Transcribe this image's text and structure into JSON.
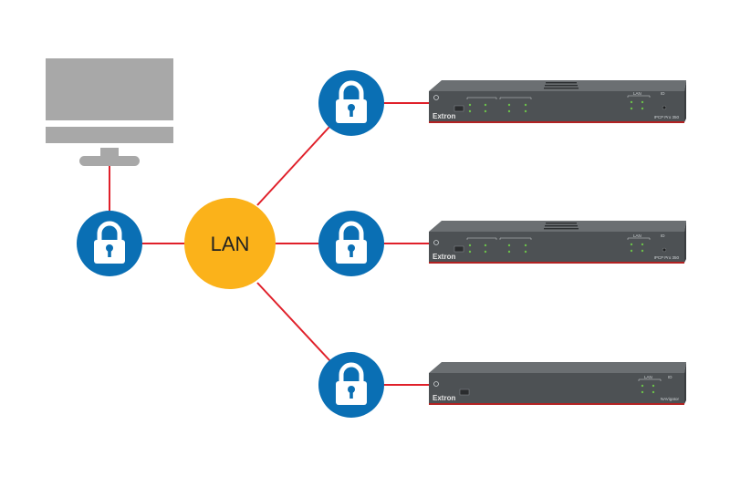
{
  "hub": {
    "label": "LAN"
  },
  "colors": {
    "link": "#e0202a",
    "lock_circle": "#0a6fb4",
    "hub": "#fbb21a",
    "monitor": "#a8a8a8",
    "device_body": "#4d5154"
  },
  "icons": {
    "lock": "padlock-icon",
    "computer": "desktop-monitor-icon"
  },
  "devices": [
    {
      "brand": "Extron",
      "model": "IPCP Pro 350",
      "status_labels": [
        "LAN",
        "ID"
      ]
    },
    {
      "brand": "Extron",
      "model": "IPCP Pro 350",
      "status_labels": [
        "LAN",
        "ID"
      ]
    },
    {
      "brand": "Extron",
      "model": "NAVigator",
      "status_labels": [
        "LAN",
        "ID"
      ]
    }
  ]
}
